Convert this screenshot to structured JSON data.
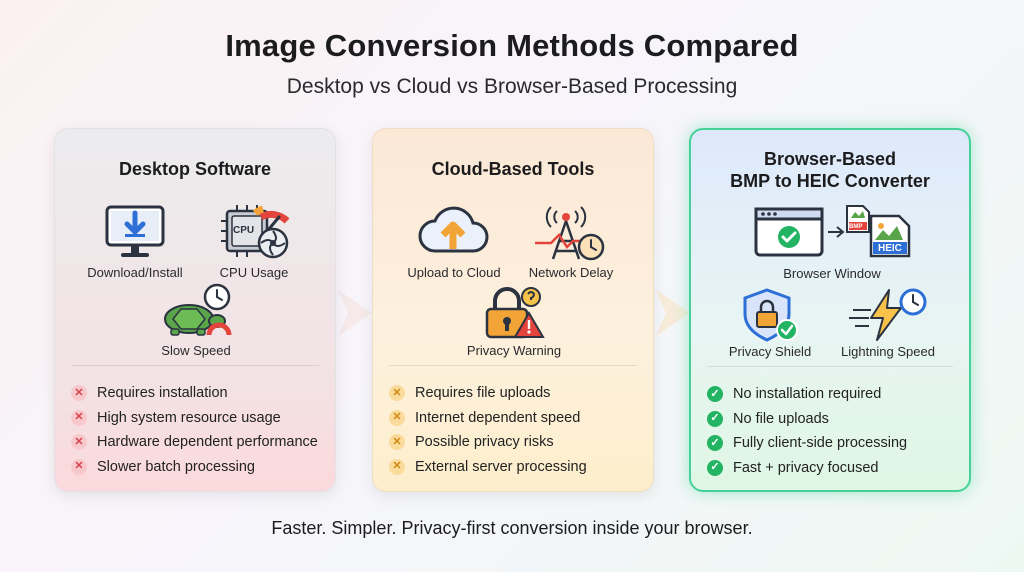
{
  "header": {
    "title": "Image Conversion Methods Compared",
    "subtitle": "Desktop vs Cloud vs Browser-Based Processing"
  },
  "cards": [
    {
      "title": "Desktop Software",
      "icons": [
        {
          "label": "Download/Install",
          "icon": "monitor-download-icon"
        },
        {
          "label": "CPU Usage",
          "icon": "cpu-gauge-icon"
        },
        {
          "label": "Slow Speed",
          "icon": "turtle-clock-icon"
        }
      ],
      "cpu_chip_text": "CPU",
      "items": [
        "Requires installation",
        "High system resource usage",
        "Hardware dependent performance",
        "Slower batch processing"
      ],
      "mark_glyph": "✕",
      "accent": "#d9414a"
    },
    {
      "title": "Cloud-Based Tools",
      "icons": [
        {
          "label": "Upload to Cloud",
          "icon": "cloud-upload-icon"
        },
        {
          "label": "Network Delay",
          "icon": "antenna-clock-icon"
        },
        {
          "label": "Privacy Warning",
          "icon": "lock-warning-icon"
        }
      ],
      "items": [
        "Requires file uploads",
        "Internet dependent speed",
        "Possible privacy risks",
        "External server processing"
      ],
      "mark_glyph": "✕",
      "accent": "#d08a13"
    },
    {
      "title_line1": "Browser-Based",
      "title_line2": "BMP to HEIC Converter",
      "icons": [
        {
          "label": "Browser Window",
          "icon": "browser-window-icon"
        },
        {
          "label": "Privacy Shield",
          "icon": "shield-lock-icon"
        },
        {
          "label": "Lightning Speed",
          "icon": "lightning-clock-icon"
        }
      ],
      "file_labels": {
        "bmp": "BMP",
        "heic": "HEIC"
      },
      "items": [
        "No installation required",
        "No file uploads",
        "Fully client-side processing",
        "Fast + privacy focused"
      ],
      "mark_glyph": "✓",
      "accent": "#22b463"
    }
  ],
  "footer": {
    "text": "Faster. Simpler. Privacy-first conversion inside your browser."
  }
}
